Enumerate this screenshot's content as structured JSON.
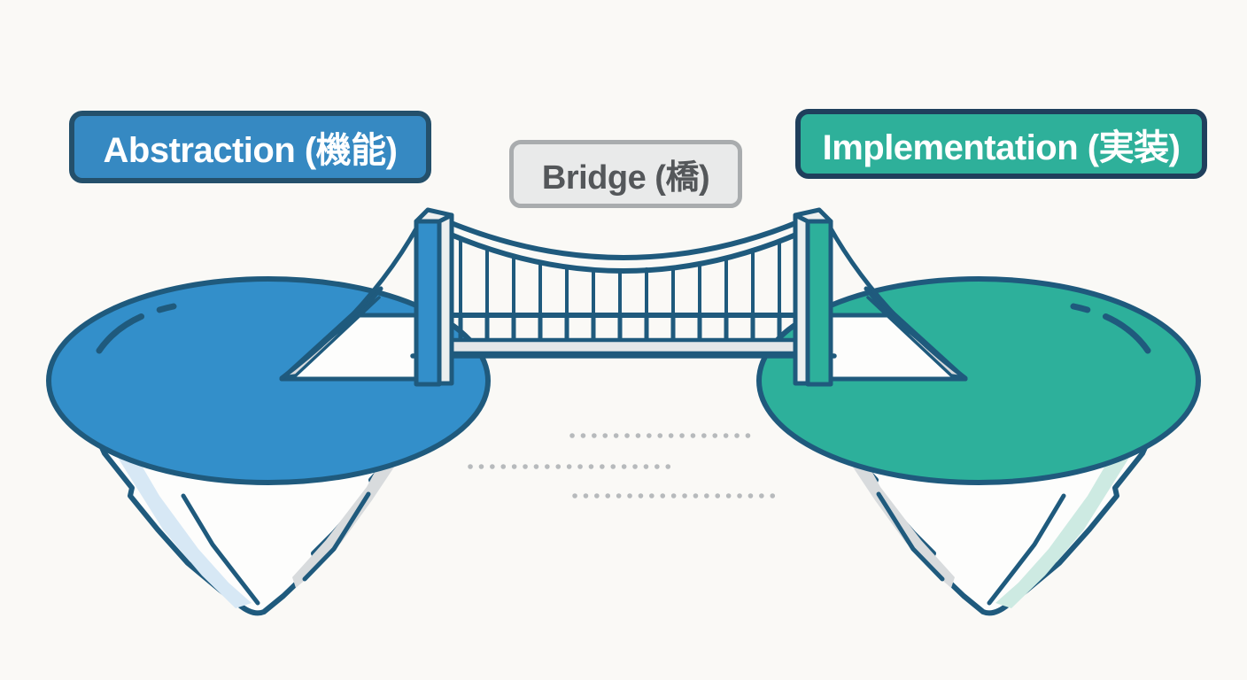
{
  "page": {
    "background_color": "#FAF9F6"
  },
  "labels": {
    "abstraction": {
      "text": "Abstraction (機能)",
      "fill": "#3689C2",
      "border": "#24506B",
      "text_color": "#FFFFFF"
    },
    "bridge": {
      "text": "Bridge (橋)",
      "fill": "#E9EAEA",
      "border": "#A9ACAE",
      "text_color": "#54575A"
    },
    "implementation": {
      "text": "Implementation (実装)",
      "fill": "#2EB09A",
      "border": "#1F3F5C",
      "text_color": "#FFFFFF"
    }
  },
  "illustration": {
    "outline_color": "#1F5A7D",
    "left_island_surface_color": "#338FCA",
    "left_island_shade_color": "#D7E8F5",
    "right_island_surface_color": "#2DB09B",
    "right_island_shade_color": "#CDEAE2",
    "rock_shade_color": "#D8DBDD",
    "deck_color": "#E4E7E9",
    "tower_side_color": "#ECEFEF",
    "dotted_line_color": "#B7BABC"
  }
}
